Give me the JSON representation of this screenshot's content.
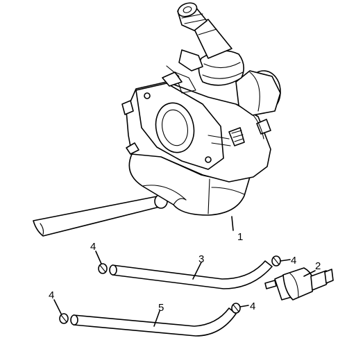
{
  "callouts": {
    "carburetor": "1",
    "fuel_filter": "2",
    "hose_upper": "3",
    "clamp_left_upper": "4",
    "clamp_right_upper": "4",
    "clamp_left_lower": "4",
    "clamp_right_lower": "4",
    "hose_lower": "5"
  },
  "colors": {
    "line": "#000000",
    "background": "#ffffff"
  }
}
